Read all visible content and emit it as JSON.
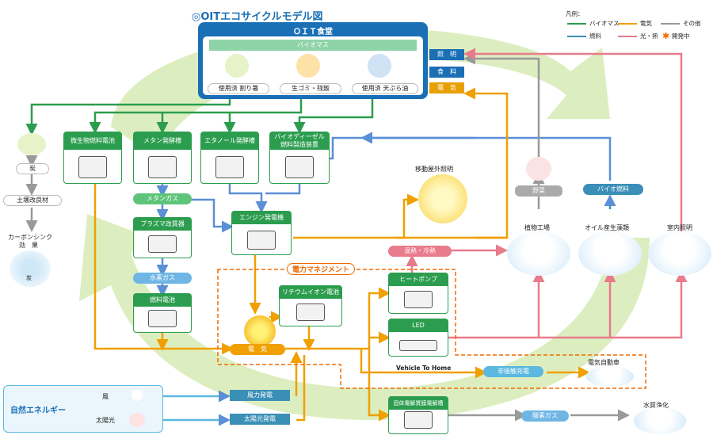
{
  "title": "◎OITエコサイクルモデル図",
  "legend": {
    "title": "凡例：",
    "biomass": "バイオマス",
    "electricity": "電気",
    "other": "その他",
    "fuel": "燃料",
    "light_heat": "光・熱",
    "developing": "開発中",
    "colors": {
      "biomass": "#2c9d4f",
      "fuel": "#3a8fb7",
      "electricity": "#f0a000",
      "light_heat": "#e87b8c",
      "other": "#999999",
      "developing": "#f06a00"
    }
  },
  "cafeteria": {
    "title": "ＯＩＴ食堂",
    "biomass_bar": "バイオマス",
    "items": [
      "使用済 割り箸",
      "生ゴミ・残飯",
      "使用済 天ぷら油"
    ],
    "outputs": [
      "照　明",
      "食　料",
      "電　気"
    ]
  },
  "processes": {
    "microbial_fuel_cell": "微生物燃料電池",
    "methane_fermenter": "メタン発酵槽",
    "ethanol_fermenter": "エタノール発酵槽",
    "biodiesel": "バイオディーゼル燃料製造装置",
    "methane_gas": "メタンガス",
    "plasma_reformer": "プラズマ改質器",
    "hydrogen_gas": "水素ガス",
    "fuel_cell": "燃料電池",
    "engine_generator": "エンジン発電機",
    "lithium_battery": "リチウムイオン電池",
    "heat_pump": "ヒートポンプ",
    "led": "LED",
    "electricity": "電　気",
    "power_management": "電力マネジメント",
    "heating_cooling": "温熱・冷熱",
    "v2h": "Vehicle To Home",
    "wireless_charging": "非接触充電",
    "ev": "電気自動車",
    "electrolysis": "固体電解質膜電解槽",
    "oxygen_gas": "酸素ガス",
    "water_purification": "水質浄化"
  },
  "left": {
    "charcoal": "炭",
    "soil_material": "土壌改良材",
    "carbon_sink": "カーボンシンク",
    "carbon_sink_effect": "効　果",
    "charcoal2": "炭"
  },
  "outputs_right": {
    "mobile_light": "移動屋外照明",
    "vegetables": "野菜",
    "bio_fuel": "バイオ燃料",
    "plant_factory": "植物工場",
    "algae": "オイル産生藻類",
    "indoor_light": "室内照明"
  },
  "natural_energy": {
    "title": "自然エネルギー",
    "wind": "風",
    "solar": "太陽光",
    "wind_power": "風力発電",
    "solar_power": "太陽光発電"
  }
}
